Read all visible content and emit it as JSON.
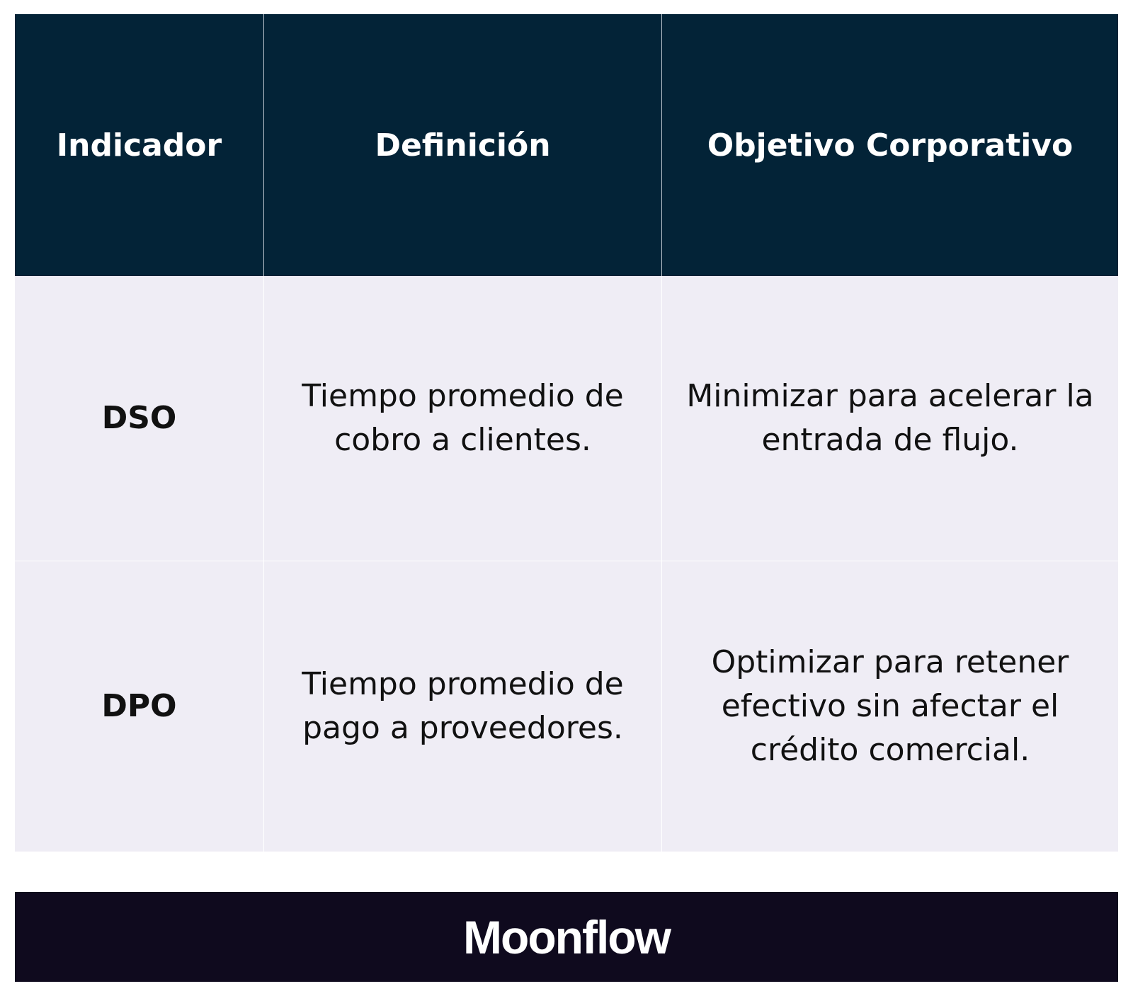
{
  "table": {
    "headers": [
      "Indicador",
      "Definición",
      "Objetivo Corporativo"
    ],
    "rows": [
      {
        "indicator": "DSO",
        "definition": "Tiempo promedio de cobro a clientes.",
        "objective": "Minimizar para acelerar la entrada de flujo."
      },
      {
        "indicator": "DPO",
        "definition": "Tiempo promedio de pago a proveedores.",
        "objective": "Optimizar para retener efectivo sin afectar el crédito comercial."
      }
    ]
  },
  "footer": {
    "brand": "Moonflow"
  },
  "colors": {
    "header_bg": "#032337",
    "row_bg": "#efedf5",
    "footer_bg": "#0f0a1e"
  }
}
